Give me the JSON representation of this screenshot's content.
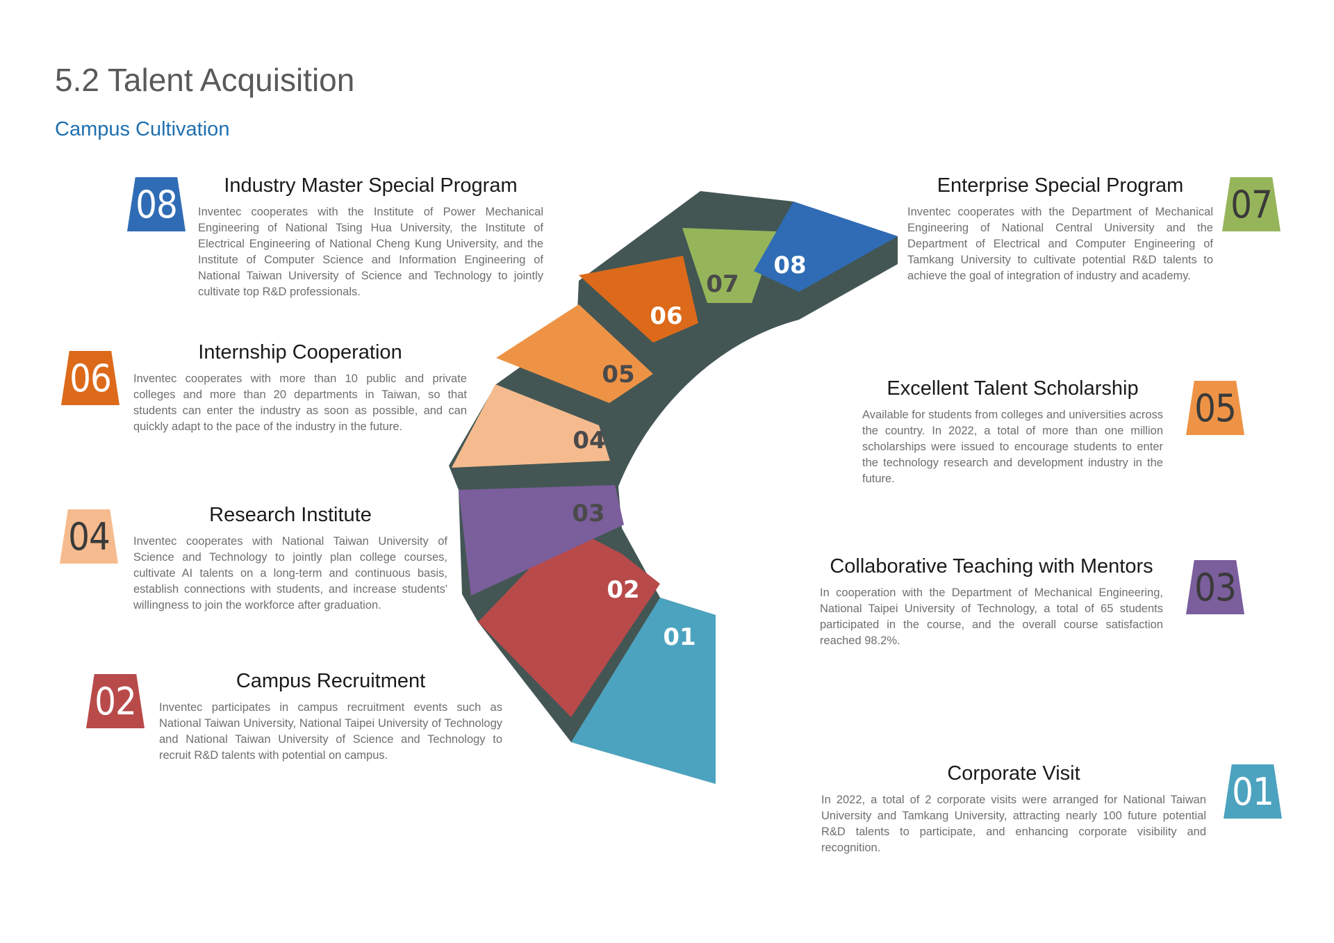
{
  "header": {
    "title": "5.2 Talent Acquisition",
    "subtitle": "Campus Cultivation"
  },
  "programs": [
    {
      "number": "01",
      "title": "Corporate Visit",
      "description": "In 2022, a total of 2 corporate visits were arranged for National Taiwan University and Tamkang University, attracting nearly 100 future potential R&D talents to participate, and enhancing corporate visibility and recognition.",
      "color": "#4ca3bf"
    },
    {
      "number": "02",
      "title": "Campus Recruitment",
      "description": "Inventec participates in campus recruitment events such as National Taiwan University, National Taipei University of Technology and National Taiwan University of Science and Technology to recruit R&D talents with potential on campus.",
      "color": "#b84a4a"
    },
    {
      "number": "03",
      "title": "Collaborative Teaching with Mentors",
      "description": "In cooperation with the Department of Mechanical Engineering, National Taipei University of Technology, a total of 65 students participated in the course, and the overall course satisfaction reached 98.2%.",
      "color": "#7b5e9c"
    },
    {
      "number": "04",
      "title": "Research Institute",
      "description": "Inventec cooperates with National Taiwan University of Science and Technology to jointly plan college courses, cultivate AI talents on a long-term and continuous basis, establish connections with students, and increase students' willingness to join the workforce after graduation.",
      "color": "#f5bb8e"
    },
    {
      "number": "05",
      "title": "Excellent Talent Scholarship",
      "description": "Available for students from colleges and universities across the country. In 2022, a total of more than one million scholarships were issued to encourage students to enter the technology research and development industry in the future.",
      "color": "#ee9346"
    },
    {
      "number": "06",
      "title": "Internship Cooperation",
      "description": "Inventec cooperates with more than 10 public and private colleges and more than 20 departments in Taiwan, so that students can enter the industry as soon as possible, and can quickly adapt to the pace of the industry in the future.",
      "color": "#dc6a1a"
    },
    {
      "number": "07",
      "title": "Enterprise Special Program",
      "description": "Inventec cooperates with the Department of Mechanical Engineering of National Central University and the Department of Electrical and Computer Engineering of Tamkang University to cultivate potential R&D talents to achieve the goal of integration of industry and academy.",
      "color": "#96b55a"
    },
    {
      "number": "08",
      "title": "Industry Master Special Program",
      "description": "Inventec cooperates with the Institute of Power Mechanical Engineering of National Tsing Hua University, the Institute of Electrical Engineering of National Cheng Kung University, and the Institute of Computer Science and Information Engineering of National Taiwan University of Science and Technology to jointly cultivate top R&D professionals.",
      "color": "#2f6cb5"
    }
  ],
  "spiral": {
    "base_color": "#435654"
  }
}
